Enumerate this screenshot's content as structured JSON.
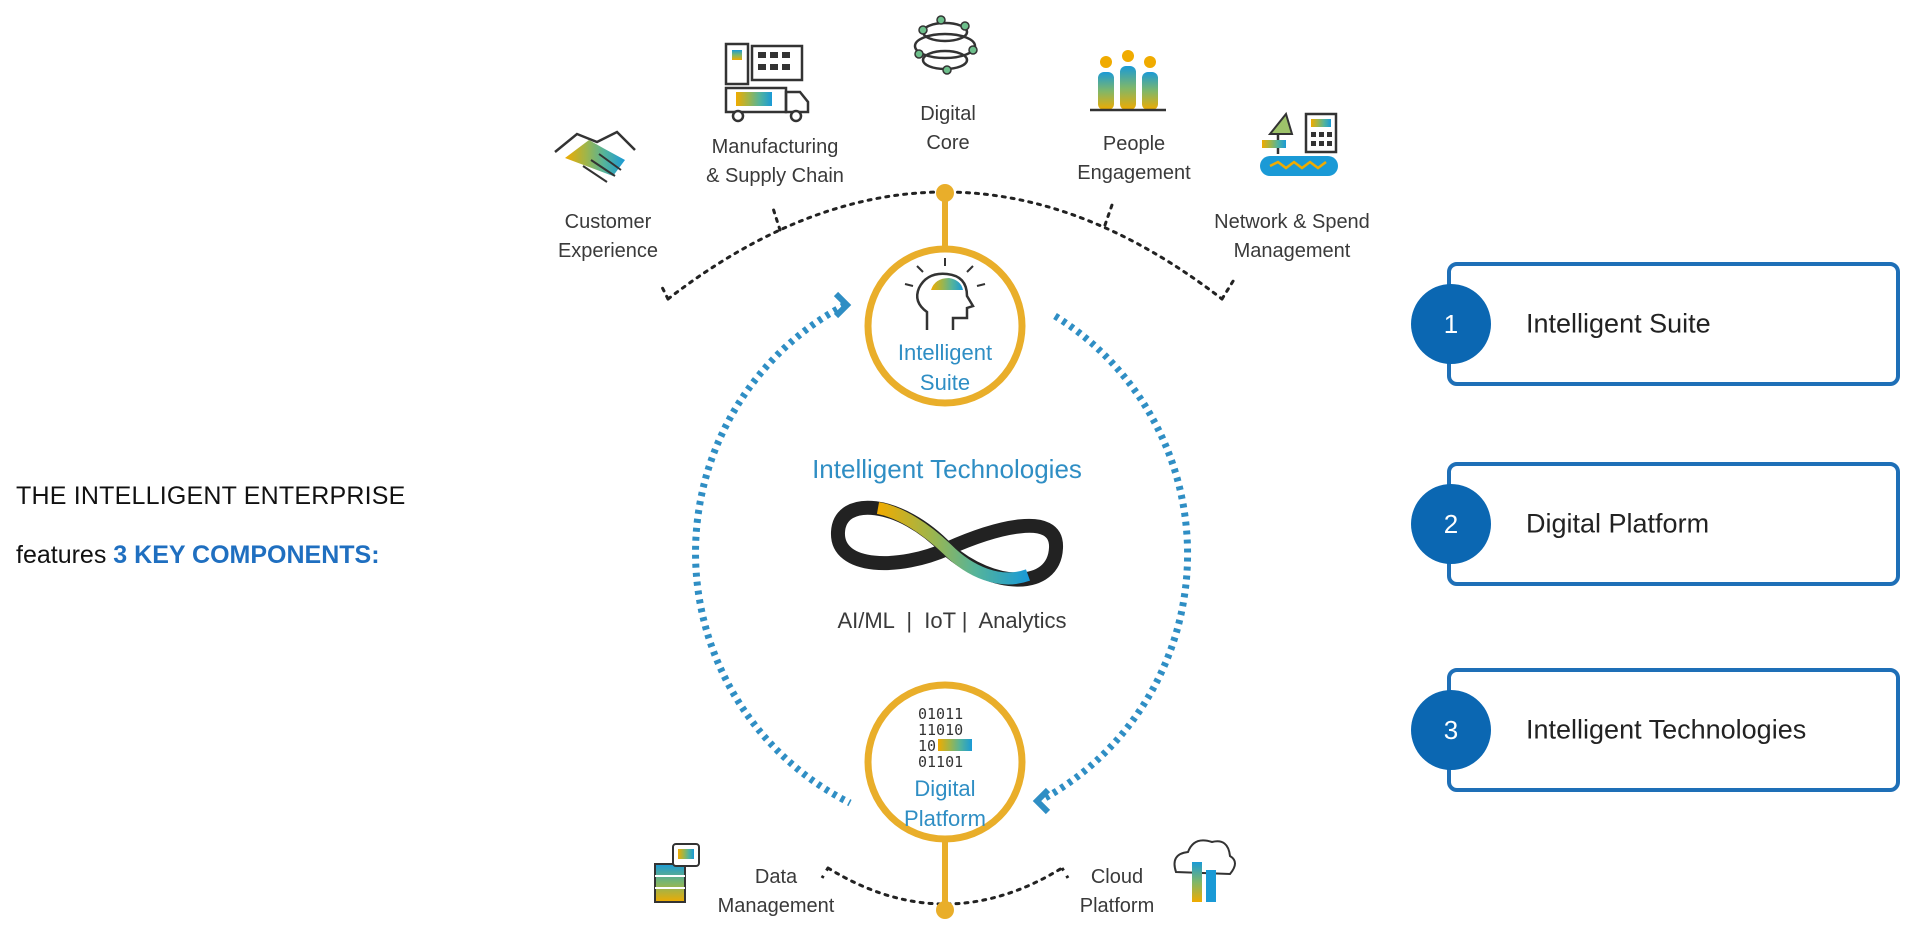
{
  "intro": {
    "headline": "THE INTELLIGENT ENTERPRISE",
    "sub_prefix": "features",
    "sub_highlight": "3 KEY COMPONENTS:"
  },
  "top_items": [
    {
      "icon": "handshake-icon",
      "lines": [
        "Customer",
        "Experience"
      ]
    },
    {
      "icon": "factory-truck-icon",
      "lines": [
        "Manufacturing",
        "& Supply Chain"
      ]
    },
    {
      "icon": "globe-network-icon",
      "lines": [
        "Digital",
        "Core"
      ]
    },
    {
      "icon": "people-group-icon",
      "lines": [
        "People",
        "Engagement"
      ]
    },
    {
      "icon": "procurement-icon",
      "lines": [
        "Network & Spend",
        "Management"
      ]
    }
  ],
  "suite": {
    "icon": "head-lightbulb-icon",
    "lines": [
      "Intelligent",
      "Suite"
    ]
  },
  "technologies": {
    "title": "Intelligent Technologies",
    "icon": "infinity-icon",
    "caption": "AI/ML  |  IoT |  Analytics"
  },
  "platform": {
    "binary": [
      "01011",
      "11010",
      "10",
      "01101"
    ],
    "lines": [
      "Digital",
      "Platform"
    ]
  },
  "bottom_items": [
    {
      "icon": "data-docs-icon",
      "lines": [
        "Data",
        "Management"
      ]
    },
    {
      "icon": "cloud-chart-icon",
      "lines": [
        "Cloud",
        "Platform"
      ]
    }
  ],
  "components": [
    {
      "number": "1",
      "label": "Intelligent Suite"
    },
    {
      "number": "2",
      "label": "Digital Platform"
    },
    {
      "number": "3",
      "label": "Intelligent Technologies"
    }
  ],
  "colors": {
    "gold": "#e9ae2a",
    "blue_dots": "#2f8ec4",
    "card_border": "#1e6fb7",
    "badge": "#0b67b2",
    "highlight": "#1f6fc0"
  }
}
